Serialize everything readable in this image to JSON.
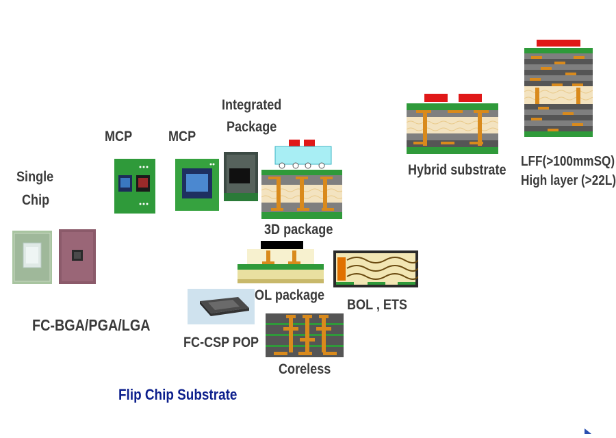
{
  "labels": {
    "single_chip_1": "Single",
    "single_chip_2": "Chip",
    "mcp_1": "MCP",
    "mcp_2": "MCP",
    "integrated_1": "Integrated",
    "integrated_2": "Package",
    "package_3d": "3D package",
    "bol_package": "BOL package",
    "bol_ets": "BOL , ETS",
    "fc_bga": "FC-BGA/PGA/LGA",
    "fc_csp_pop": "FC-CSP POP",
    "coreless": "Coreless",
    "hybrid": "Hybrid substrate",
    "lff_1": "LFF(>100mmSQ)",
    "lff_2": "High layer (>22L)",
    "title": "Flip Chip Substrate"
  },
  "colors": {
    "title": "#0c1f8c",
    "label": "#3a3a3a",
    "substrate_green": "#2f9a3a",
    "copper": "#d98a1c",
    "layer_gray": "#7f7f7f",
    "core_beige": "#f3e3c0",
    "chip_red": "#e01818"
  }
}
